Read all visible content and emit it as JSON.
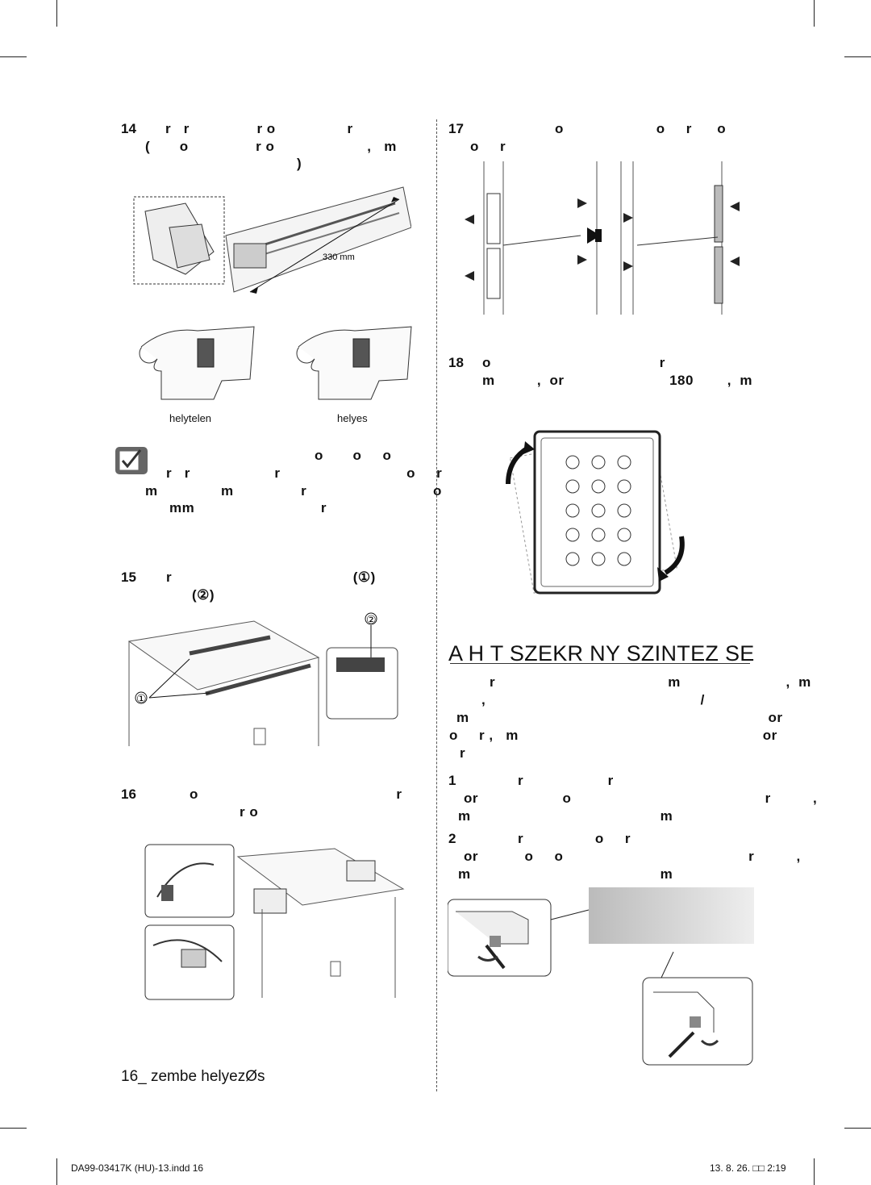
{
  "left": {
    "step14": {
      "number": "14",
      "lines": [
        "r   r                r o                 r",
        "(       o                r o                      ,   m",
        ")"
      ],
      "dimension_label": "330 mm",
      "captions": [
        "helytelen",
        "helyes"
      ]
    },
    "note": {
      "lines": [
        "o       o     o",
        "r   r                    r                              o     r",
        "m               m                r                              o",
        "mm                              r"
      ]
    },
    "step15": {
      "number": "15",
      "lines": [
        "r                                           (①)",
        "(②)"
      ],
      "callouts": [
        "①",
        "②"
      ]
    },
    "step16": {
      "number": "16",
      "lines": [
        "o                                               r",
        "r o"
      ]
    }
  },
  "right": {
    "step17": {
      "number": "17",
      "lines": [
        "o                      o     r      o",
        "o     r"
      ]
    },
    "step18": {
      "number": "18",
      "lines": [
        "o                                        r",
        "m          ,  or                         180        ,  m"
      ]
    },
    "heading": "A H T SZEKR NY SZINTEZ SE",
    "para": {
      "lines": [
        "r                                         m                         ,  m",
        ",                                                   /",
        "m                                                                       or",
        "o     r ,   m                                                          or",
        "r"
      ]
    },
    "item1": {
      "number": "1",
      "lines": [
        "r                    r",
        "or                    o                                              r          ,",
        "m                                             m"
      ]
    },
    "item2": {
      "number": "2",
      "lines": [
        "r                 o     r",
        "or           o     o                                            r          ,",
        "m                                             m"
      ]
    }
  },
  "page_footer": {
    "page_number": "16",
    "section": "_  zembe helyezØs"
  },
  "print_slug": {
    "file": "DA99-03417K (HU)-13.indd   16",
    "timestamp": "13. 8. 26.   □□ 2:19"
  }
}
